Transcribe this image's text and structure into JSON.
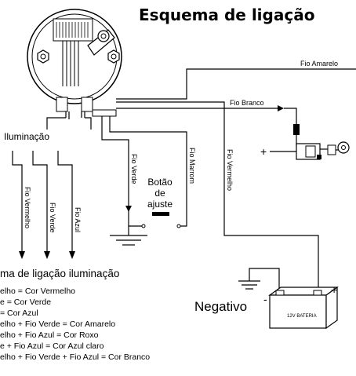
{
  "title": "Esquema de ligação",
  "wires": {
    "amarelo": "Fio Amarelo",
    "branco": "Fio Branco",
    "verde": "Fio Verde",
    "marrom": "Fio Marrom",
    "vermelho": "Fio Vermelho"
  },
  "iluminacao": {
    "label": "Iluminação",
    "wires": [
      "Fio Vermelho",
      "Fio Verde",
      "Fio Azul"
    ]
  },
  "button_label": [
    "Botão",
    "de",
    "ajuste"
  ],
  "battery": {
    "label": "12V BATERIA",
    "negative_label": "Negativo",
    "minus": "-",
    "plus": "+"
  },
  "ignition_plus": "+",
  "legend": {
    "title": "ma de ligação iluminação",
    "lines": [
      "elho = Cor Vermelho",
      "e = Cor Verde",
      "= Cor Azul",
      "elho + Fio Verde = Cor Amarelo",
      "elho + Fio Azul = Cor Roxo",
      "e + Fio Azul = Cor Azul claro",
      "elho + Fio Verde + Fio Azul = Cor Branco"
    ]
  }
}
